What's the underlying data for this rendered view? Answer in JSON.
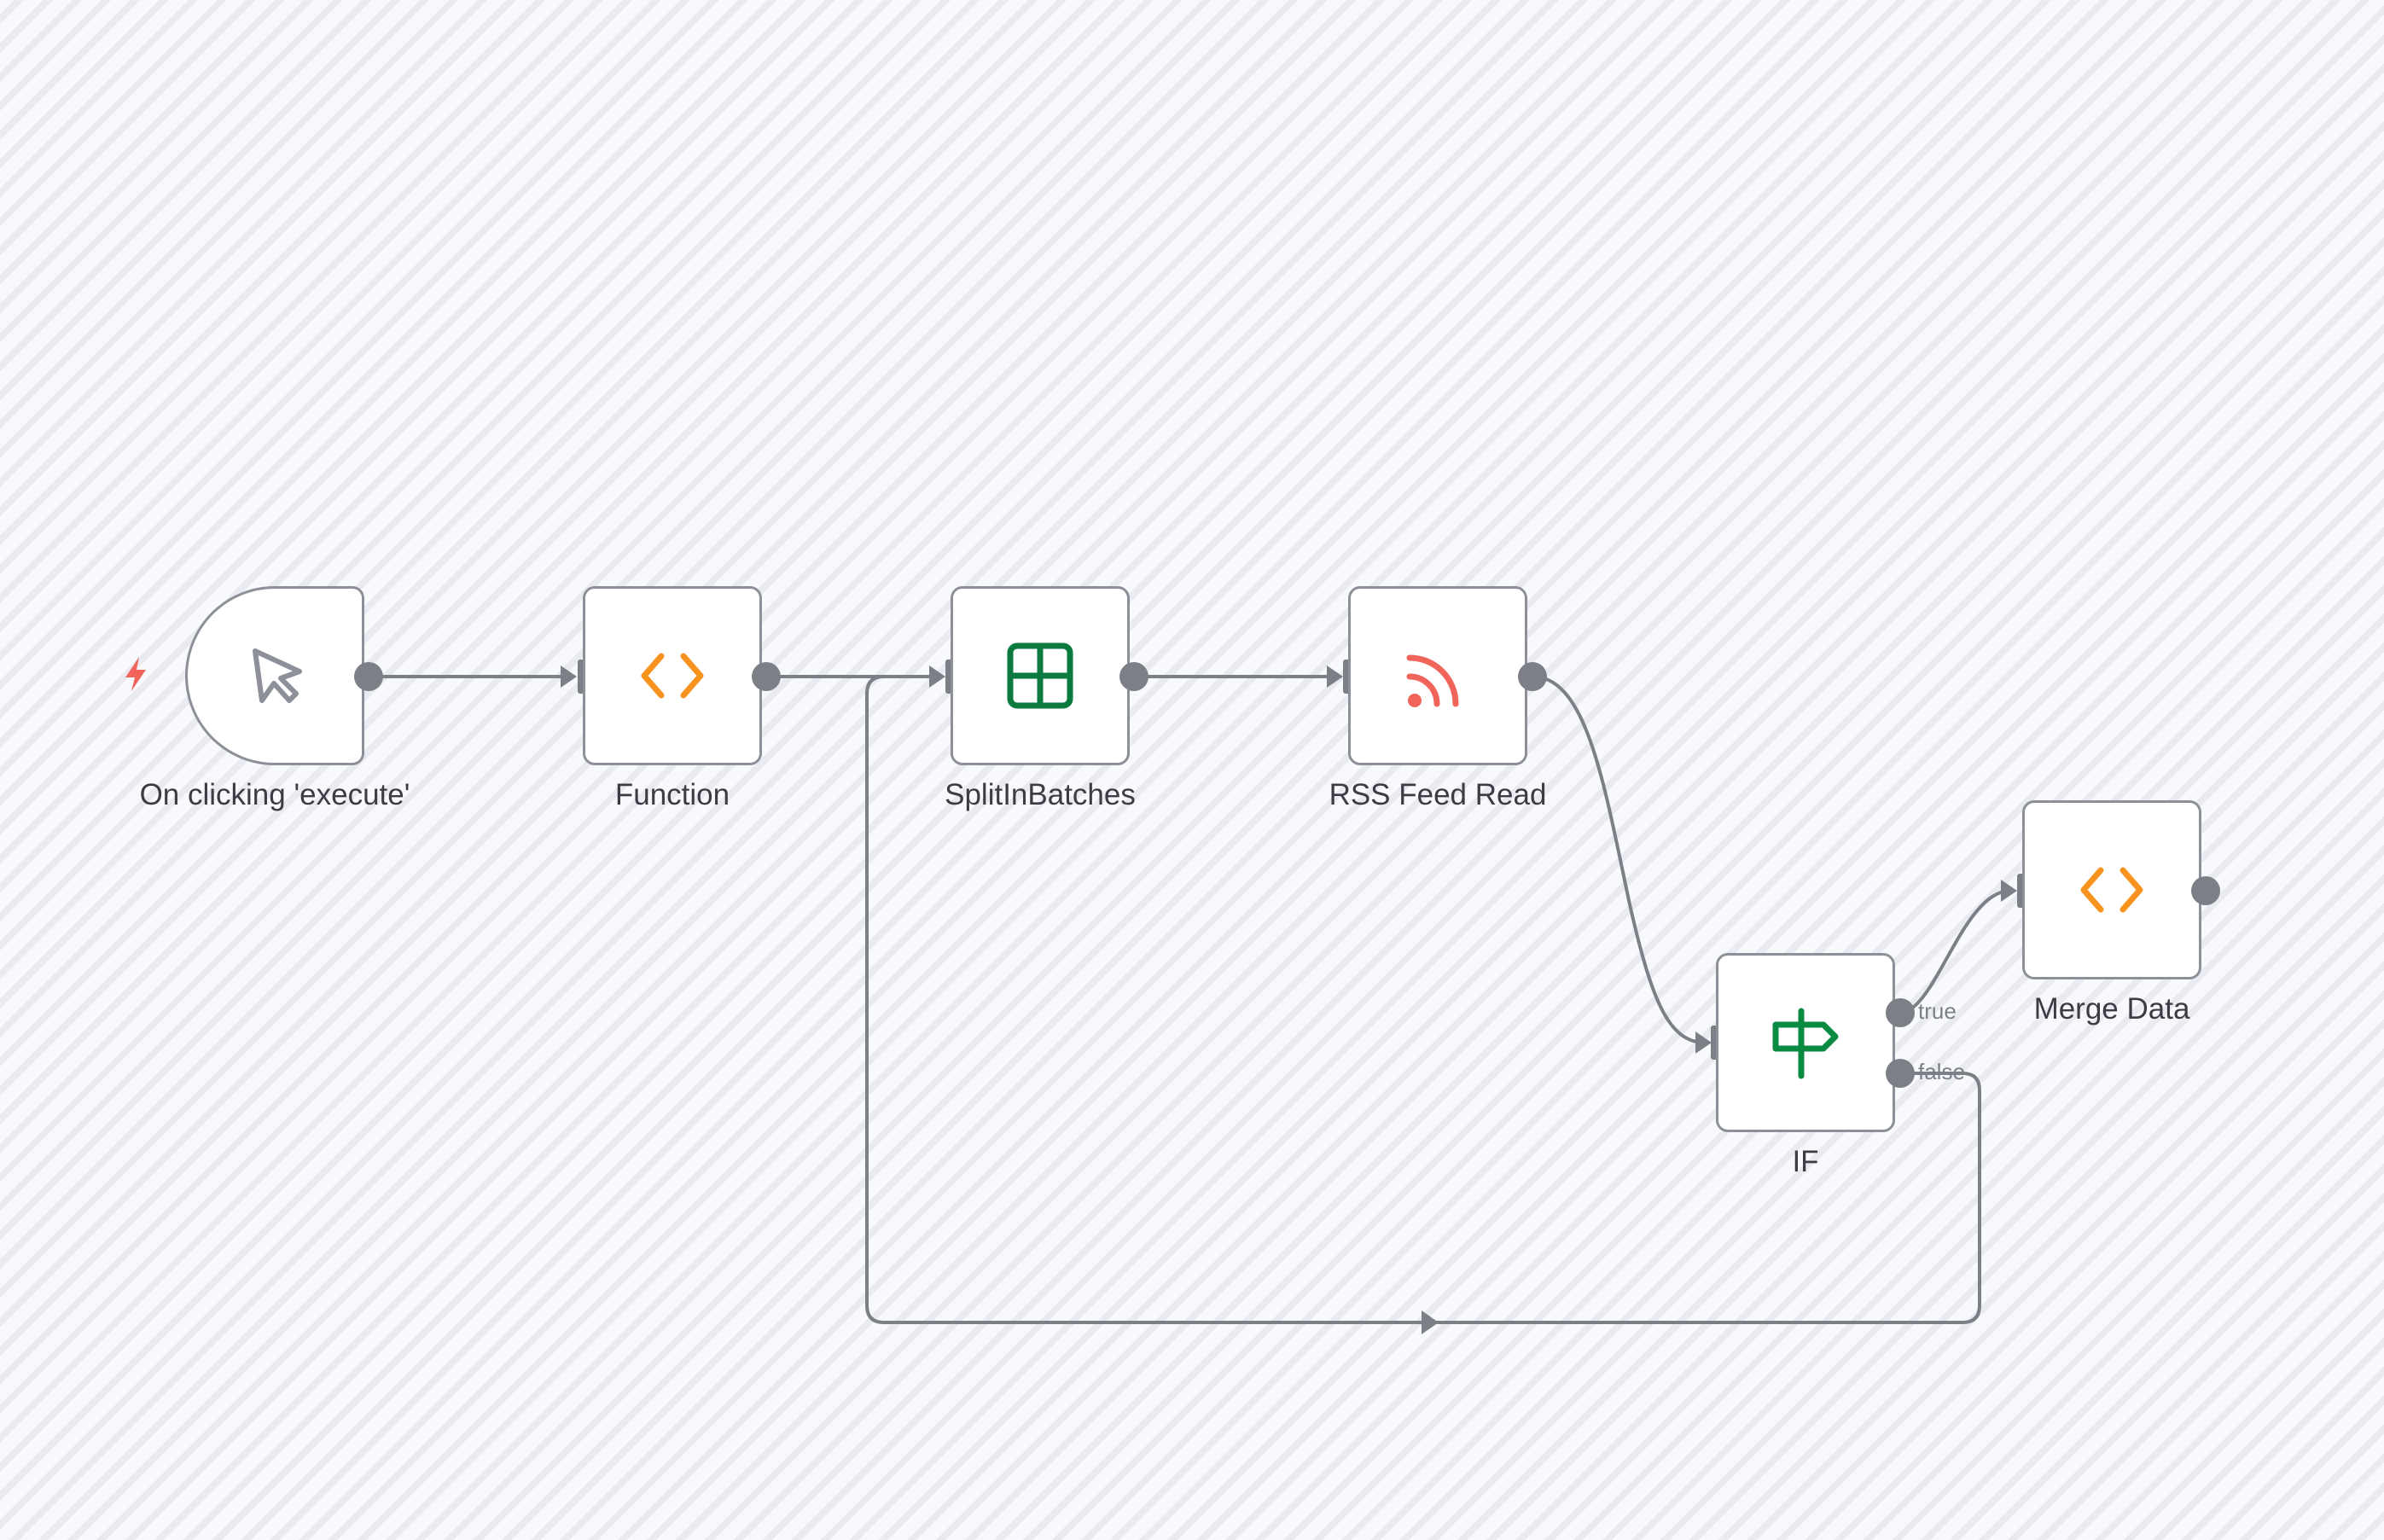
{
  "workflow": {
    "nodes": {
      "trigger": {
        "label": "On clicking 'execute'",
        "icon": "cursor-icon"
      },
      "function": {
        "label": "Function",
        "icon": "code-icon"
      },
      "split": {
        "label": "SplitInBatches",
        "icon": "grid-icon"
      },
      "rss": {
        "label": "RSS Feed Read",
        "icon": "rss-icon"
      },
      "if": {
        "label": "IF",
        "icon": "signpost-icon"
      },
      "merge": {
        "label": "Merge Data",
        "icon": "code-icon"
      }
    },
    "branches": {
      "true_label": "true",
      "false_label": "false"
    }
  },
  "colors": {
    "code": "#f7931e",
    "split": "#0b7a3e",
    "rss": "#f0645a",
    "if": "#0b8a42",
    "trigger_bolt": "#f0645a",
    "edge": "#7d7f87"
  }
}
